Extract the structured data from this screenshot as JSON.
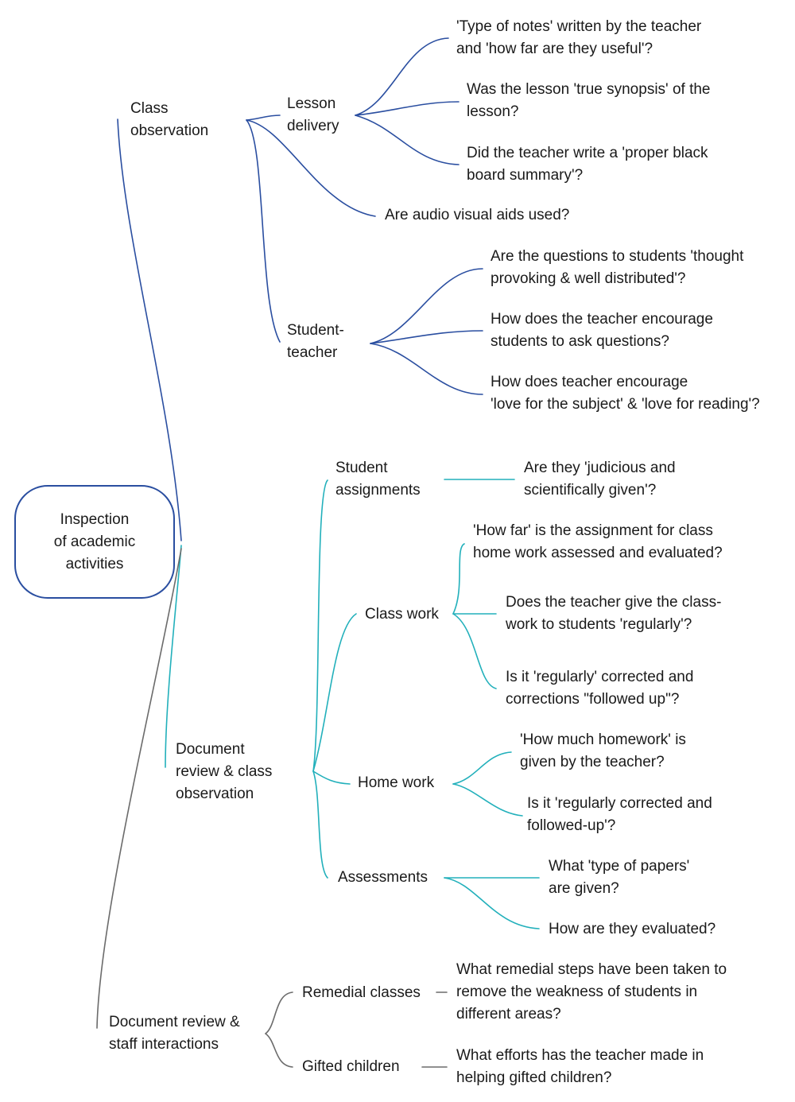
{
  "colors": {
    "blue": "#2a4ea0",
    "teal": "#22b0bb",
    "gray": "#6b6b6b"
  },
  "root": "Inspection\nof academic\nactivities",
  "branches": {
    "class_observation": {
      "label": "Class\nobservation",
      "lesson_delivery": {
        "label": "Lesson\ndelivery",
        "items": [
          "'Type of notes' written by the teacher\nand 'how far are they useful'?",
          "Was the lesson 'true synopsis' of the\nlesson?",
          "Did the teacher write a 'proper black\nboard summary'?"
        ]
      },
      "audio_visual": "Are audio visual aids used?",
      "student_teacher": {
        "label": "Student-\nteacher",
        "items": [
          "Are the questions to students 'thought\nprovoking & well distributed'?",
          "How does the teacher encourage\nstudents to ask questions?",
          "How does teacher encourage\n'love for the subject' & 'love for reading'?"
        ]
      }
    },
    "document_review_class": {
      "label": "Document\nreview & class\nobservation",
      "student_assignments": {
        "label": "Student\nassignments",
        "items": [
          "Are they 'judicious and\nscientifically given'?"
        ]
      },
      "class_work": {
        "label": "Class work",
        "items": [
          "'How far' is the assignment for class\nhome work assessed and evaluated?",
          "Does the teacher give the class-\nwork to students 'regularly'?",
          "Is it 'regularly' corrected and\ncorrections \"followed up\"?"
        ]
      },
      "home_work": {
        "label": "Home work",
        "items": [
          "'How much homework' is\ngiven by the teacher?",
          "Is it 'regularly corrected and\nfollowed-up'?"
        ]
      },
      "assessments": {
        "label": "Assessments",
        "items": [
          "What 'type of papers'\nare given?",
          "How are they evaluated?"
        ]
      }
    },
    "document_review_staff": {
      "label": "Document review &\nstaff interactions",
      "remedial": {
        "label": "Remedial classes",
        "items": [
          "What remedial steps have been taken to\nremove the weakness of students in\ndifferent areas?"
        ]
      },
      "gifted": {
        "label": "Gifted children",
        "items": [
          "What efforts has the teacher made in\nhelping gifted children?"
        ]
      }
    }
  }
}
